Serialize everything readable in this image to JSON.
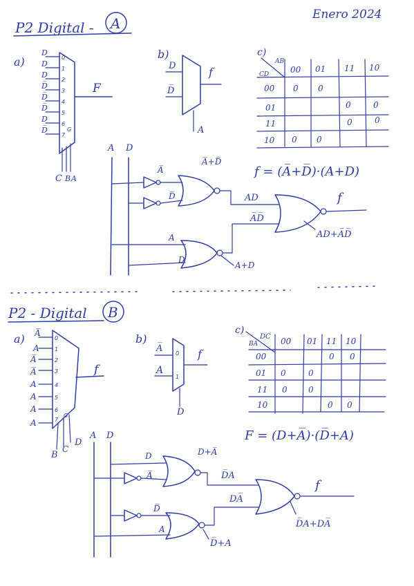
{
  "header": {
    "date": "Enero 2024"
  },
  "section_a": {
    "title": "P2 Digital -",
    "letter": "A",
    "part_a": {
      "label": "a)",
      "inputs": [
        "D",
        "D",
        "D",
        "D̅",
        "D̅",
        "D̅",
        "D",
        "D̅"
      ],
      "pins": [
        "0",
        "1",
        "2",
        "3",
        "4",
        "5",
        "6",
        "7"
      ],
      "g_label": "G",
      "output": "F",
      "selects": [
        "C",
        "B",
        "A"
      ]
    },
    "part_b": {
      "label": "b)",
      "in1": "D",
      "in2": "D̅",
      "out": "f",
      "select": "A"
    },
    "part_c": {
      "label": "c)",
      "corner_top": "AB",
      "corner_bottom": "CD",
      "cols": [
        "00",
        "01",
        "11",
        "10"
      ],
      "rows": [
        "00",
        "01",
        "11",
        "10"
      ],
      "cells": [
        [
          "0",
          "0",
          "",
          ""
        ],
        [
          "",
          "",
          "0",
          "0"
        ],
        [
          "",
          "",
          "0",
          "0"
        ],
        [
          "0",
          "0",
          "",
          ""
        ]
      ]
    },
    "equation": "f = (A̅+D̅)·(A+D)",
    "circuit": {
      "in_a": "A",
      "in_d": "D",
      "not_a": "A̅",
      "not_d": "D̅",
      "nor1_out": "A̅+D̅",
      "wire_ad": "AD",
      "wire_ad_bar": "A̅D̅",
      "nor2_in_a": "A",
      "nor2_in_d": "D",
      "nor2_out": "A+D",
      "out_f": "f",
      "final_expr": "AD+A̅D̅"
    }
  },
  "section_b": {
    "title": "P2 - Digital",
    "letter": "B",
    "part_a": {
      "label": "a)",
      "inputs": [
        "A̅",
        "A",
        "A̅",
        "A̅",
        "A",
        "A",
        "A",
        "A"
      ],
      "pins": [
        "0",
        "1",
        "2",
        "3",
        "4",
        "5",
        "6",
        "7"
      ],
      "g_label": "G",
      "output": "f",
      "selects": [
        "B",
        "C",
        "D"
      ]
    },
    "part_b": {
      "label": "b)",
      "in1": "A̅",
      "in2": "A",
      "pin0": "0",
      "pin1": "1",
      "out": "f",
      "select": "D"
    },
    "part_c": {
      "label": "c)",
      "corner_top": "DC",
      "corner_bottom": "BA",
      "cols": [
        "00",
        "01",
        "11",
        "10"
      ],
      "rows": [
        "00",
        "01",
        "11",
        "10"
      ],
      "cells": [
        [
          "",
          "",
          "0",
          "0"
        ],
        [
          "0",
          "0",
          "",
          ""
        ],
        [
          "0",
          "0",
          "",
          ""
        ],
        [
          "",
          "",
          "0",
          "0"
        ]
      ]
    },
    "equation": "F = (D+A̅)·(D̅+A)",
    "circuit": {
      "in_a": "A",
      "in_d": "D",
      "nor1_in_d": "D",
      "nor1_in_abar": "A̅",
      "nor1_out": "D+A̅",
      "wire_dbar_a": "D̅A",
      "wire_d_abar": "DA̅",
      "nor2_in_dbar": "D̅",
      "nor2_in_a": "A",
      "nor2_out": "D̅+A",
      "out_f": "f",
      "final_expr": "D̅A+DA̅"
    }
  }
}
